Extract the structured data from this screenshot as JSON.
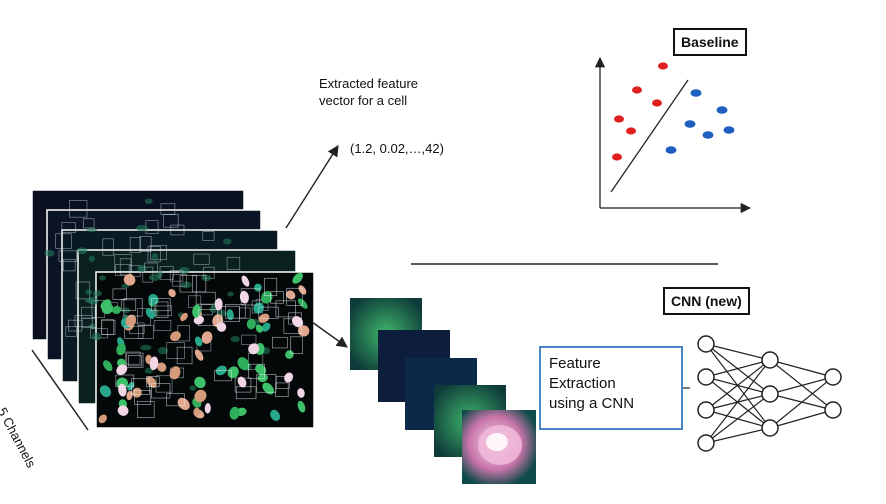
{
  "annotations": {
    "extracted_line1": "Extracted feature",
    "extracted_line2": "vector for a cell",
    "vector_text": "(1.2, 0.02,…,42)",
    "channels": "5 Channels"
  },
  "baseline": {
    "title": "Baseline"
  },
  "cnn": {
    "title": "CNN (new)"
  },
  "feature_box": {
    "line1": "Feature",
    "line2": "Extraction",
    "line3": "using a CNN"
  },
  "scatter": {
    "red_points": [
      [
        663,
        66
      ],
      [
        637,
        90
      ],
      [
        657,
        103
      ],
      [
        619,
        119
      ],
      [
        631,
        131
      ],
      [
        617,
        157
      ]
    ],
    "blue_points": [
      [
        696,
        93
      ],
      [
        722,
        110
      ],
      [
        690,
        124
      ],
      [
        708,
        135
      ],
      [
        729,
        130
      ],
      [
        671,
        150
      ]
    ],
    "red_color": "#e02020",
    "blue_color": "#1f5fbf"
  },
  "network": {
    "layers": [
      [
        [
          706,
          344
        ],
        [
          706,
          377
        ],
        [
          706,
          410
        ],
        [
          706,
          443
        ]
      ],
      [
        [
          770,
          360
        ],
        [
          770,
          394
        ],
        [
          770,
          428
        ]
      ],
      [
        [
          833,
          377
        ],
        [
          833,
          410
        ]
      ]
    ]
  }
}
